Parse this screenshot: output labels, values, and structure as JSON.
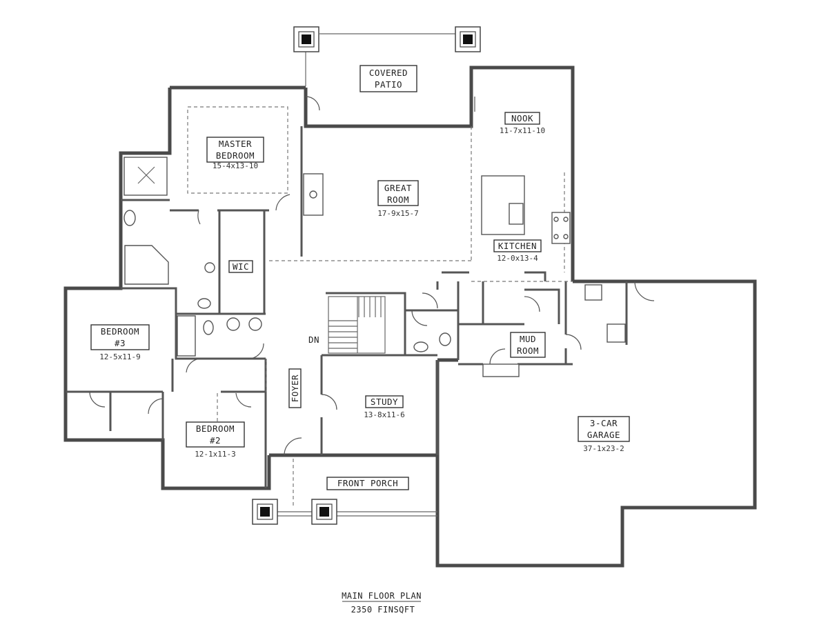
{
  "rooms": {
    "covered_patio": {
      "line1": "COVERED",
      "line2": "PATIO"
    },
    "nook": {
      "name": "NOOK",
      "dims": "11-7x11-10"
    },
    "master_bedroom": {
      "line1": "MASTER",
      "line2": "BEDROOM",
      "dims": "15-4x13-10"
    },
    "great_room": {
      "line1": "GREAT",
      "line2": "ROOM",
      "dims": "17-9x15-7"
    },
    "kitchen": {
      "name": "KITCHEN",
      "dims": "12-0x13-4"
    },
    "wic": {
      "name": "WIC"
    },
    "bedroom3": {
      "line1": "BEDROOM",
      "line2": "#3",
      "dims": "12-5x11-9"
    },
    "bedroom2": {
      "line1": "BEDROOM",
      "line2": "#2",
      "dims": "12-1x11-3"
    },
    "mud_room": {
      "line1": "MUD",
      "line2": "ROOM"
    },
    "study": {
      "name": "STUDY",
      "dims": "13-8x11-6"
    },
    "foyer": {
      "name": "FOYER"
    },
    "garage": {
      "line1": "3-CAR",
      "line2": "GARAGE",
      "dims": "37-1x23-2"
    },
    "front_porch": {
      "name": "FRONT PORCH"
    }
  },
  "stair_label": "DN",
  "footer": {
    "title": "MAIN FLOOR PLAN",
    "area": "2350 FINSQFT"
  }
}
